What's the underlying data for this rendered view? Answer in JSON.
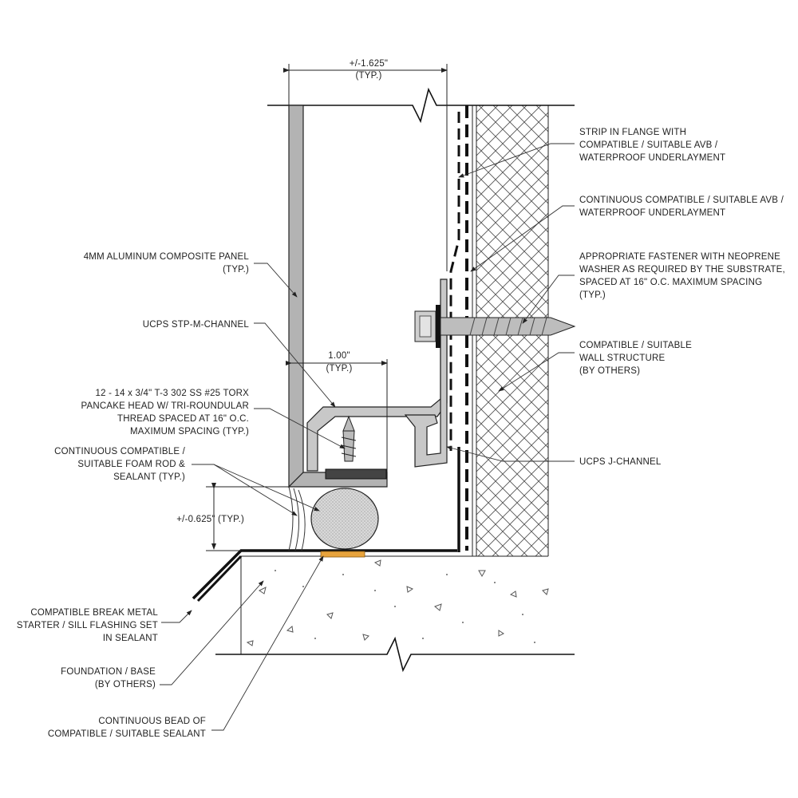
{
  "dimensions": {
    "top_width": [
      "+/-1.625\"",
      "(TYP.)"
    ],
    "channel_depth": [
      "1.00\"",
      "(TYP.)"
    ],
    "bottom_gap": [
      "+/-0.625\" (TYP.)"
    ]
  },
  "callouts": {
    "strip_in_flange": [
      "STRIP IN FLANGE WITH",
      "COMPATIBLE / SUITABLE AVB /",
      "WATERPROOF UNDERLAYMENT"
    ],
    "continuous_avb": [
      "CONTINUOUS COMPATIBLE / SUITABLE AVB /",
      "WATERPROOF UNDERLAYMENT"
    ],
    "fastener": [
      "APPROPRIATE FASTENER WITH NEOPRENE",
      "WASHER AS REQUIRED BY THE SUBSTRATE,",
      "SPACED AT 16\" O.C. MAXIMUM SPACING",
      "(TYP.)"
    ],
    "wall_structure": [
      "COMPATIBLE / SUITABLE",
      "WALL STRUCTURE",
      "(BY OTHERS)"
    ],
    "j_channel": [
      "UCPS J-CHANNEL"
    ],
    "acm_panel": [
      "4MM ALUMINUM COMPOSITE PANEL",
      "(TYP.)"
    ],
    "stp_channel": [
      "UCPS STP-M-CHANNEL"
    ],
    "screw": [
      "12 - 14 x 3/4\" T-3 302 SS #25 TORX",
      "PANCAKE HEAD W/ TRI-ROUNDULAR",
      "THREAD SPACED AT 16\" O.C.",
      "MAXIMUM SPACING (TYP.)"
    ],
    "foam_rod": [
      "CONTINUOUS COMPATIBLE /",
      "SUITABLE FOAM ROD &",
      "SEALANT (TYP.)"
    ],
    "sill_flashing": [
      "COMPATIBLE BREAK METAL",
      "STARTER / SILL FLASHING SET",
      "IN SEALANT"
    ],
    "foundation": [
      "FOUNDATION / BASE",
      "(BY OTHERS)"
    ],
    "sealant_bead": [
      "CONTINUOUS BEAD OF",
      "COMPATIBLE / SUITABLE SEALANT"
    ]
  },
  "colors": {
    "line": "#1a1a1a",
    "metal": "#b3b3b3",
    "sealant_bead": "#e8a33c",
    "concrete_speck": "#555555"
  }
}
